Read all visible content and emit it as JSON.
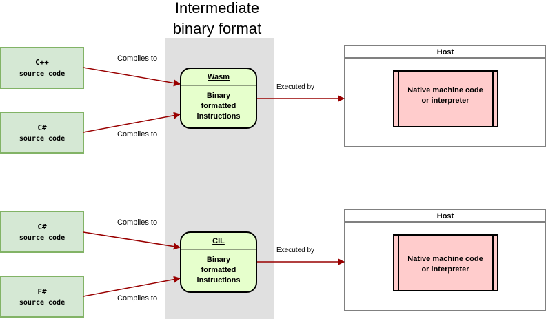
{
  "band_title_line1": "Intermediate",
  "band_title_line2": "binary format",
  "groups": [
    {
      "sources": [
        {
          "lang": "C++",
          "caption": "source code",
          "edge_label": "Compiles to"
        },
        {
          "lang": "C#",
          "caption": "source code",
          "edge_label": "Compiles to"
        }
      ],
      "format": {
        "name": "Wasm",
        "body": [
          "Binary",
          "formatted",
          "instructions"
        ]
      },
      "exec_label": "Executed by",
      "host": {
        "title": "Host",
        "runtime": [
          "Native machine code",
          "or interpreter"
        ]
      }
    },
    {
      "sources": [
        {
          "lang": "C#",
          "caption": "source code",
          "edge_label": "Compiles to"
        },
        {
          "lang": "F#",
          "caption": "source code",
          "edge_label": "Compiles to"
        }
      ],
      "format": {
        "name": "CIL",
        "body": [
          "Binary",
          "formatted",
          "instructions"
        ]
      },
      "exec_label": "Executed by",
      "host": {
        "title": "Host",
        "runtime": [
          "Native machine code",
          "or interpreter"
        ]
      }
    }
  ],
  "colors": {
    "band": "#e0e0e0",
    "source_fill": "#d5e8d4",
    "source_stroke": "#82b366",
    "format_fill": "#e6ffcc",
    "runtime_fill": "#ffcccc",
    "arrow": "#990000"
  }
}
